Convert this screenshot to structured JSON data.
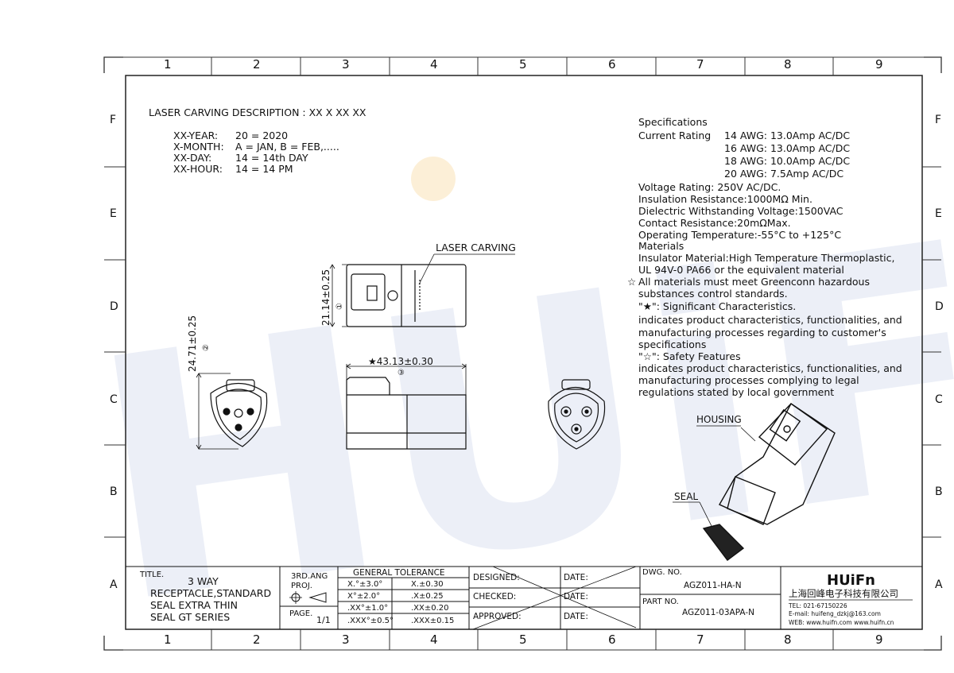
{
  "frame": {
    "col_labels": [
      "1",
      "2",
      "3",
      "4",
      "5",
      "6",
      "7",
      "8",
      "9"
    ],
    "row_labels": [
      "F",
      "E",
      "D",
      "C",
      "B",
      "A"
    ]
  },
  "watermark": {
    "text": "HUiFn"
  },
  "laser_carving": {
    "title": "LASER CARVING DESCRIPTION",
    "format": "XX X XX XX",
    "rows": [
      {
        "label": "XX-YEAR:",
        "value": "20 = 2020"
      },
      {
        "label": "X-MONTH:",
        "value": "A = JAN, B = FEB,....."
      },
      {
        "label": "XX-DAY:",
        "value": "14 = 14th DAY"
      },
      {
        "label": "XX-HOUR:",
        "value": "14 = 14 PM"
      }
    ]
  },
  "specifications": {
    "title": "Specifications",
    "current_label": "Current Rating",
    "current_rows": [
      "14 AWG: 13.0Amp AC/DC",
      "16 AWG: 13.0Amp AC/DC",
      "18 AWG: 10.0Amp AC/DC",
      "20 AWG: 7.5Amp   AC/DC"
    ],
    "lines": [
      "Voltage Rating: 250V AC/DC.",
      "Insulation Resistance:1000MΩ Min.",
      "Dielectric Withstanding Voltage:1500VAC",
      "Contact Resistance:20mΩMax.",
      "Operating Temperature:-55°C to +125°C",
      "Materials",
      "Insulator Material:High Temperature Thermoplastic,",
      "UL 94V-0 PA66 or the equivalent material",
      "All materials must meet Greenconn hazardous",
      "substances control standards.",
      "\"★\": Significant Characteristics.",
      "indicates product characteristics, functionalities, and",
      "manufacturing processes regarding to customer's",
      "specifications",
      "\"☆\": Safety Features",
      "indicates product characteristics, functionalities, and",
      "manufacturing processes complying to legal",
      "regulations stated by local government"
    ]
  },
  "callouts": {
    "laser": "LASER CARVING",
    "housing": "HOUSING",
    "seal": "SEAL"
  },
  "dimensions": {
    "height_top": "21.14±0.25",
    "height_top_tag": "①",
    "width_front": "24.71±0.25",
    "width_front_tag": "②",
    "length": "43.13±0.30",
    "length_tag": "③"
  },
  "title_block": {
    "title_label": "TITLE.",
    "title_lines": [
      "3 WAY",
      "RECEPTACLE,STANDARD",
      "SEAL EXTRA THIN",
      "SEAL GT SERIES"
    ],
    "proj_label": "3RD.ANG PROJ.",
    "page_label": "PAGE.",
    "page_value": "1/1",
    "tol_header": "GENERAL TOLERANCE",
    "tol_rows": [
      [
        "X.°±3.0°",
        "X.±0.30"
      ],
      [
        "X°±2.0°",
        ".X±0.25"
      ],
      [
        ".XX°±1.0°",
        ".XX±0.20"
      ],
      [
        ".XXX°±0.5°",
        ".XXX±0.15"
      ]
    ],
    "designed": "DESIGNED:",
    "checked": "CHECKED:",
    "approved": "APPROVED:",
    "date": "DATE:",
    "dwg_label": "DWG. NO.",
    "dwg_value": "AGZ011-HA-N",
    "part_label": "PART NO.",
    "part_value": "AGZ011-03APA-N",
    "company_logo": "HUiFn",
    "company_name": "上海回峰电子科技有限公司",
    "tel": "TEL: 021-67150226",
    "email": "E-mail: huifeng_dzkj@163.com",
    "web": "WEB: www.huifn.com   www.huifn.cn"
  }
}
